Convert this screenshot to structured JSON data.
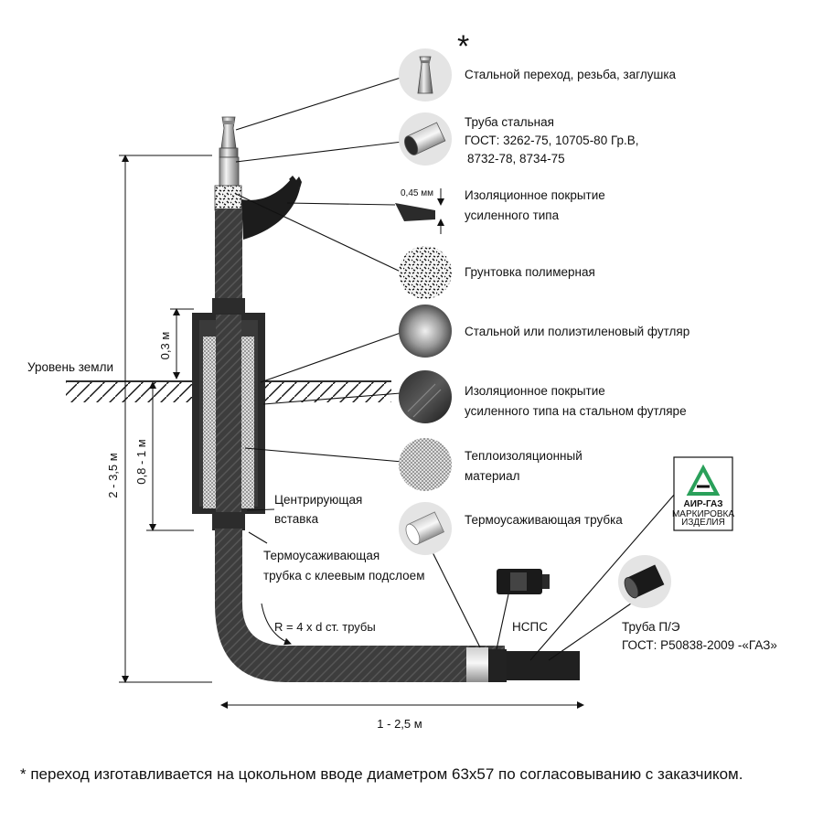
{
  "asterisk": "*",
  "labels": {
    "steel_transition": "Стальной переход, резьба, заглушка",
    "steel_pipe": {
      "line1": "Труба стальная",
      "line2": "ГОСТ: 3262-75, 10705-80 Гр.В,",
      "line3": "8732-78, 8734-75"
    },
    "insulation": {
      "line1": "Изоляционное покрытие",
      "line2": "усиленного типа",
      "thickness": "0,45 мм"
    },
    "primer": "Грунтовка полимерная",
    "case": "Стальной или полиэтиленовый футляр",
    "case_insulation": {
      "line1": "Изоляционное покрытие",
      "line2": "усиленного типа на стальном футляре"
    },
    "thermal": {
      "line1": "Теплоизоляционный",
      "line2": "материал"
    },
    "shrink_tube": "Термоусаживающая трубка",
    "ground_level": "Уровень земли",
    "centering": {
      "line1": "Центрирующая",
      "line2": "вставка"
    },
    "shrink_adhesive": {
      "line1": "Термоусаживающая",
      "line2": "трубка с клеевым подслоем"
    },
    "radius": "R = 4 x d ст. трубы",
    "nsps": "НСПС",
    "pe_pipe": {
      "line1": "Труба П/Э",
      "line2": "ГОСТ: Р50838-2009 -«ГАЗ»"
    }
  },
  "dimensions": {
    "height_total": "2 - 3,5 м",
    "above_ground": "0,3 м",
    "below_ground": "0,8 - 1 м",
    "horizontal": "1 - 2,5 м"
  },
  "logo": {
    "brand": "АИР-ГАЗ",
    "line1": "МАРКИРОВКА",
    "line2": "ИЗДЕЛИЯ",
    "accent": "#2aa05a"
  },
  "footnote": "* переход изготавливается на цокольном вводе диаметром 63х57 по согласовыванию с заказчиком.",
  "colors": {
    "pipe": "#3a3a3a",
    "pipe_hatch": "#5a5a5a",
    "steel_light": "#e0e0e0",
    "dark": "#1e1e1e"
  }
}
